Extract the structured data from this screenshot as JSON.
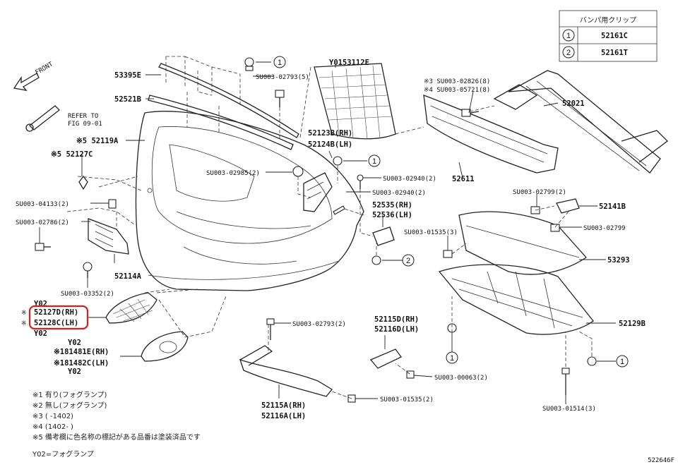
{
  "legend_table": {
    "header": "バンパ用クリップ",
    "rows": [
      {
        "mark": "1",
        "part": "52161C"
      },
      {
        "mark": "2",
        "part": "52161T"
      }
    ]
  },
  "front_label": "FRONT",
  "refer": {
    "line1": "REFER TO",
    "line2": "FIG 09-01"
  },
  "parts": {
    "p53395E": "53395E",
    "p52521B": "52521B",
    "p52119A": "※5 52119A",
    "p52127C": "※5 52127C",
    "su04133": "SU003-04133(2)",
    "su02786": "SU003-02786(2)",
    "p52114A": "52114A",
    "su03352": "SU003-03352(2)",
    "y02a": "Y02",
    "p52127D": "52127D(RH)",
    "p52128C": "52128C(LH)",
    "p52127D_mark": "※",
    "p52128C_mark": "※",
    "y02b": "Y02",
    "y02c": "Y02",
    "p81481E": "※181481E(RH)",
    "p81482C": "※181482C(LH)",
    "y02d": "Y02",
    "su02793a": "SU003-02793(5)",
    "y0153112E": "Y0153112E",
    "p52123B": "52123B(RH)",
    "p52124B": "52124B(LH)",
    "su02985": "SU003-02985(2)",
    "su02940a": "SU003-02940(2)",
    "su02940b": "SU003-02940(2)",
    "p52535": "52535(RH)",
    "p52536": "52536(LH)",
    "su02826": "※3 SU003-02826(8)",
    "su05721": "※4 SU003-05721(8)",
    "p52021": "52021",
    "p52611": "52611",
    "su02799a": "SU003-02799(2)",
    "p52141B": "52141B",
    "su02799b": "SU003-02799",
    "su01535a": "SU003-01535(3)",
    "p53293": "53293",
    "p52129B": "52129B",
    "su02793b": "SU003-02793(2)",
    "p52115D": "52115D(RH)",
    "p52116D": "52116D(LH)",
    "su00063": "SU003-00063(2)",
    "su01535b": "SU003-01535(2)",
    "p52115A": "52115A(RH)",
    "p52116A": "52116A(LH)",
    "su01514": "SU003-01514(3)"
  },
  "callouts": [
    "1",
    "1",
    "2",
    "1",
    "1"
  ],
  "notes": [
    "※1 有り(フォグランプ)",
    "※2 無し(フォグランプ)",
    "※3 (       -1402)",
    "※4 (1402-       )",
    "※5 備考欄に色名称の標記がある品番は塗装済品です",
    "Y02=フォグランプ"
  ],
  "diagram_id": "522646F"
}
